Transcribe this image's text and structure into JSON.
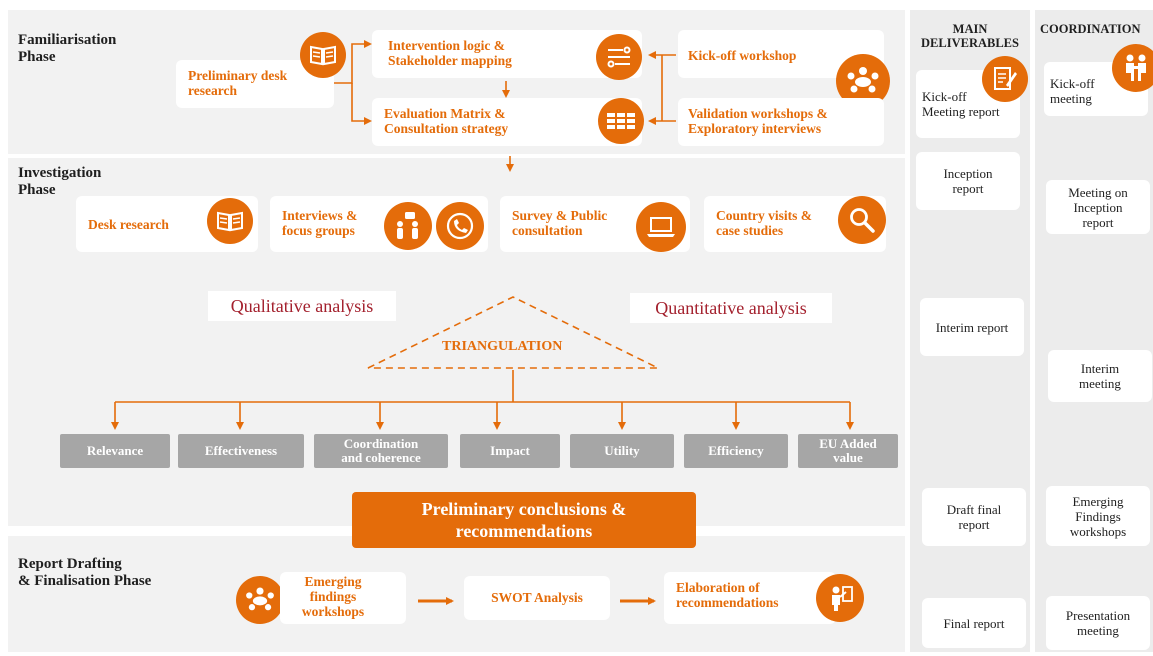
{
  "phases": {
    "familiarisation": "Familiarisation\nPhase",
    "investigation": "Investigation\nPhase",
    "report": "Report Drafting\n& Finalisation Phase"
  },
  "familiarisation": {
    "preliminary_desk_research": "Preliminary desk\nresearch",
    "intervention_logic": "Intervention logic &\nStakeholder mapping",
    "evaluation_matrix": "Evaluation Matrix &\nConsultation strategy",
    "kickoff_workshop": "Kick-off workshop",
    "validation_workshops": "Validation workshops &\nExploratory interviews"
  },
  "investigation": {
    "desk_research": "Desk research",
    "interviews": "Interviews &\nfocus groups",
    "survey": "Survey & Public\nconsultation",
    "country_visits": "Country visits &\ncase studies",
    "qualitative": "Qualitative analysis",
    "quantitative": "Quantitative analysis",
    "triangulation": "TRIANGULATION"
  },
  "criteria": [
    "Relevance",
    "Effectiveness",
    "Coordination\nand coherence",
    "Impact",
    "Utility",
    "Efficiency",
    "EU Added\nvalue"
  ],
  "conclusions": "Preliminary conclusions &\nrecommendations",
  "report_phase": {
    "emerging": "Emerging\nfindings\nworkshops",
    "swot": "SWOT Analysis",
    "elaboration": "Elaboration of\nrecommendations"
  },
  "main_deliverables": {
    "title": "MAIN\nDELIVERABLES",
    "items": [
      "Kick-off\nMeeting report",
      "Inception\nreport",
      "Interim report",
      "Draft final\nreport",
      "Final report"
    ]
  },
  "coordination": {
    "title": "COORDINATION",
    "items": [
      "Kick-off\nmeeting",
      "Meeting on\nInception\nreport",
      "Interim\nmeeting",
      "Emerging\nFindings\nworkshops",
      "Presentation\nmeeting"
    ]
  },
  "colors": {
    "accent": "#e46c0a",
    "criteria_gray": "#a6a6a6",
    "analysis_red": "#a3202d"
  },
  "icons": [
    "book-icon",
    "flow-icon",
    "table-icon",
    "meeting-icon",
    "chat-bubble-icon",
    "phone-icon",
    "laptop-icon",
    "magnifier-icon",
    "presenter-icon",
    "document-pen-icon",
    "handshake-icon"
  ]
}
